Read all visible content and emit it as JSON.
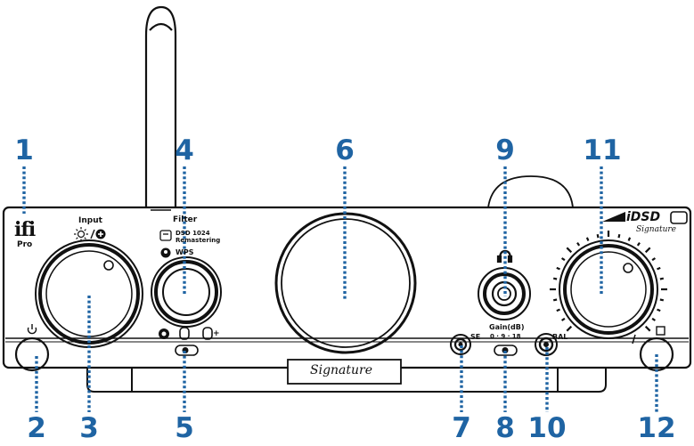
{
  "callouts": {
    "n1": "1",
    "n2": "2",
    "n3": "3",
    "n4": "4",
    "n5": "5",
    "n6": "6",
    "n7": "7",
    "n8": "8",
    "n9": "9",
    "n10": "10",
    "n11": "11",
    "n12": "12"
  },
  "panel": {
    "logo": "ifi",
    "logo_sub": "Pro",
    "input_label": "Input",
    "filter_label": "Filter",
    "dsd_label": "DSD 1024",
    "remaster_label": "Remastering",
    "wps_label": "WPS",
    "se_label": "SE",
    "gain_label": "Gain(dB)",
    "gain_values": "0 · 9 · 18",
    "bal_label": "BAL",
    "model_label": "iDSD",
    "signature_script": "Signature"
  },
  "colors": {
    "callout": "#1f64a3",
    "line": "#111111",
    "panel": "#ffffff"
  }
}
